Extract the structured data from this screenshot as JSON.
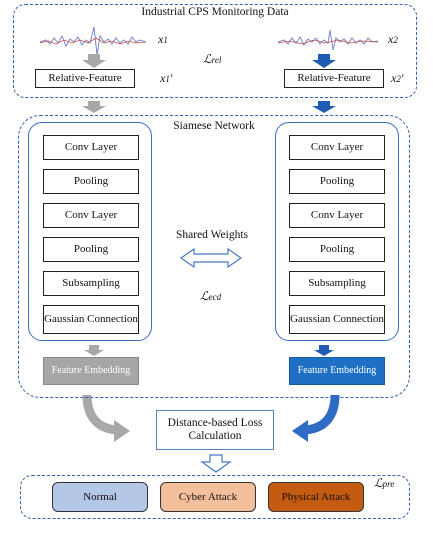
{
  "top_panel": {
    "title": "Industrial CPS Monitoring Data",
    "x1": "x",
    "x1_sub": "1",
    "x2": "x",
    "x2_sub": "2",
    "rel_loss": "ℒ",
    "rel_loss_sub": "rel",
    "left_feature_label": "Relative-Feature",
    "right_feature_label": "Relative-Feature",
    "x1_prime": "x",
    "x1_prime_sub": "1",
    "x1_prime_mark": "′",
    "x2_prime": "x",
    "x2_prime_sub": "2",
    "x2_prime_mark": "′"
  },
  "siamese": {
    "title": "Siamese Network",
    "left_layers": [
      "Conv Layer",
      "Pooling",
      "Conv Layer",
      "Pooling",
      "Subsampling",
      "Gaussian Connection"
    ],
    "right_layers": [
      "Conv Layer",
      "Pooling",
      "Conv Layer",
      "Pooling",
      "Subsampling",
      "Gaussian Connection"
    ],
    "shared_weights": "Shared Weights",
    "ecd_loss": "ℒ",
    "ecd_loss_sub": "ecd",
    "left_embedding": "Feature Embedding",
    "right_embedding": "Feature Embedding"
  },
  "loss_box": {
    "label": "Distance-based Loss Calculation"
  },
  "results": {
    "pre_loss": "ℒ",
    "pre_loss_sub": "pre",
    "normal": "Normal",
    "cyber": "Cyber Attack",
    "physical": "Physical Attack"
  },
  "colors": {
    "dash_border": "#2f5fb3",
    "blue_arrow": "#1f5bb5",
    "gray_arrow": "#a8a8a8",
    "normal_fill": "#b4c7e7",
    "cyber_fill": "#f4c09c",
    "physical_fill": "#c55a11",
    "left_embedding_fill": "#a6a6a6",
    "right_embedding_fill": "#1f6fc5"
  }
}
